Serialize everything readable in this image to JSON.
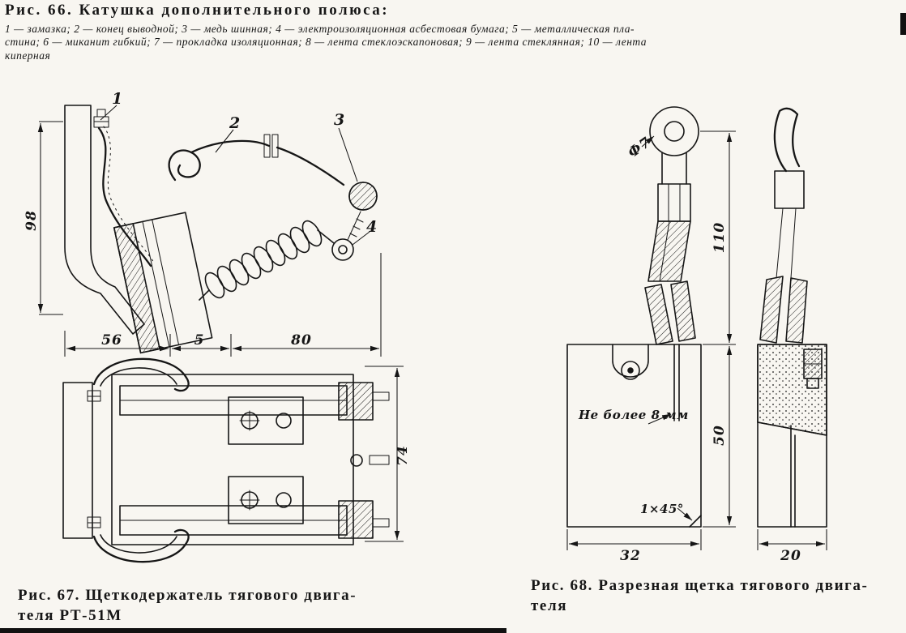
{
  "colors": {
    "paper": "#f8f6f1",
    "ink": "#161616"
  },
  "fig66": {
    "title": "Рис. 66. Катушка дополнительного полюса:",
    "legend_line1": "1 — замазка; 2 — конец выводной; 3 — медь шинная; 4 — электроизоляционная асбестовая бумага; 5 — металлическая пла-",
    "legend_line2": "стина; 6 — миканит гибкий; 7 — прокладка изоляционная; 8 — лента стеклоэскапоновая; 9 — лента стеклянная; 10 — лента",
    "legend_line3": "киперная"
  },
  "fig67": {
    "caption_line1": "Рис. 67. Щеткодержатель тягового двига-",
    "caption_line2": "теля РТ-51М",
    "callouts": {
      "c1": "1",
      "c2": "2",
      "c3": "3",
      "c4": "4"
    },
    "dims": {
      "height": "98",
      "w1": "56",
      "w2": "5",
      "w3": "80",
      "plan_height": "74"
    }
  },
  "fig68": {
    "caption_line1": "Рис. 68. Разрезная щетка тягового двига-",
    "caption_line2": "теля",
    "dims": {
      "hole": "Ф7",
      "cable": "110",
      "height": "50",
      "width": "32",
      "depth": "20"
    },
    "note_gap": "Не более 8 мм",
    "chamfer": "1×45°"
  }
}
